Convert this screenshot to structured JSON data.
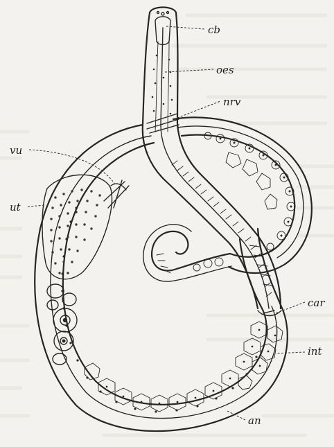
{
  "labels": {
    "cb": "cb",
    "oes": "oes",
    "nrv": "nrv",
    "vu": "vu",
    "ut": "ut",
    "car": "car",
    "int": "int",
    "an": "an"
  }
}
